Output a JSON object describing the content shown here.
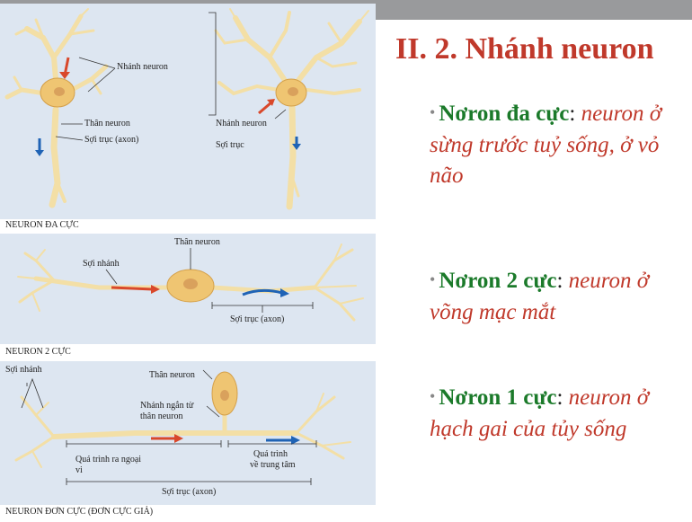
{
  "heading": "II. 2. Nhánh neuron",
  "bullets": [
    {
      "term": "Nơron đa cực",
      "desc": "neuron ở sừng trước tuỷ sống, ở vỏ não"
    },
    {
      "term": "Nơron 2 cực",
      "desc": "neuron ở võng mạc mắt"
    },
    {
      "term": "Nơron 1 cực",
      "desc": "neuron ở hạch gai của tủy sống"
    }
  ],
  "diagram": {
    "panel1": {
      "caption": "NEURON ĐA CỰC",
      "labels": {
        "dendrite_left": "Nhánh neuron",
        "soma_left": "Thân neuron",
        "axon_left": "Sợi trục (axon)",
        "dendrite_right": "Nhánh neuron",
        "axon_right": "Sợi trục"
      }
    },
    "panel2": {
      "caption": "NEURON 2 CỰC",
      "labels": {
        "soma": "Thân neuron",
        "dendrite": "Sợi nhánh",
        "axon": "Sợi trục (axon)"
      }
    },
    "panel3": {
      "caption": "NEURON ĐƠN CỰC (ĐƠN CỰC GIẢ)",
      "labels": {
        "dendrite": "Sợi nhánh",
        "soma": "Thân neuron",
        "short_branch_1": "Nhánh ngắn từ",
        "short_branch_2": "thân neuron",
        "peripheral_1": "Quá trình ra ngoại",
        "peripheral_2": "vi",
        "central_1": "Quá trình",
        "central_2": "về trung tâm",
        "axon": "Sợi trục (axon)"
      }
    },
    "colors": {
      "panel_bg": "#dde6f1",
      "neuron": "#f3dfa6",
      "soma": "#efc572",
      "arrow_red": "#d9482b",
      "arrow_blue": "#1f63b5"
    }
  }
}
